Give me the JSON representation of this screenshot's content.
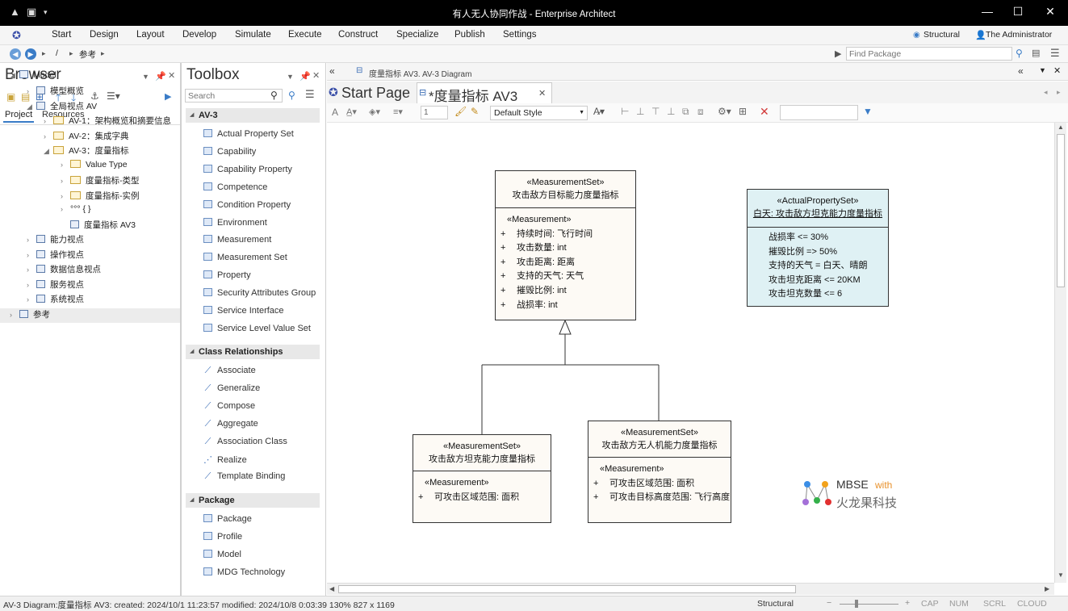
{
  "window": {
    "title": "有人无人协同作战 - Enterprise Architect"
  },
  "menu": [
    "Start",
    "Design",
    "Layout",
    "Develop",
    "Simulate",
    "Execute",
    "Construct",
    "Specialize",
    "Publish",
    "Settings"
  ],
  "perspective": "Structural",
  "user": "The Administrator",
  "nav": {
    "path_root": "/",
    "path_item": "参考",
    "find_placeholder": "Find Package"
  },
  "browser": {
    "title": "Browser",
    "tabs": [
      "Project",
      "Resources"
    ],
    "tree": [
      {
        "label": "Model",
        "lvl": 0,
        "icon": "pkg",
        "exp": "open"
      },
      {
        "label": "模型概览",
        "lvl": 1,
        "icon": "pkg",
        "exp": "closed"
      },
      {
        "label": "全局视点 AV",
        "lvl": 1,
        "icon": "pkg",
        "exp": "open"
      },
      {
        "label": "AV-1：架构概览和摘要信息",
        "lvl": 2,
        "icon": "fold",
        "exp": "closed"
      },
      {
        "label": "AV-2：集成字典",
        "lvl": 2,
        "icon": "fold",
        "exp": "closed"
      },
      {
        "label": "AV-3：度量指标",
        "lvl": 2,
        "icon": "fold",
        "exp": "open"
      },
      {
        "label": "Value Type",
        "lvl": 3,
        "icon": "fold",
        "exp": "closed"
      },
      {
        "label": "度量指标-类型",
        "lvl": 3,
        "icon": "fold",
        "exp": "closed"
      },
      {
        "label": "度量指标-实例",
        "lvl": 3,
        "icon": "fold",
        "exp": "closed"
      },
      {
        "label": "°°° { }",
        "lvl": 3,
        "icon": "none",
        "exp": "closed"
      },
      {
        "label": "度量指标 AV3",
        "lvl": 3,
        "icon": "diag",
        "exp": "none"
      },
      {
        "label": "能力视点",
        "lvl": 1,
        "icon": "pkg",
        "exp": "closed"
      },
      {
        "label": "操作视点",
        "lvl": 1,
        "icon": "pkg",
        "exp": "closed"
      },
      {
        "label": "数据信息视点",
        "lvl": 1,
        "icon": "pkg",
        "exp": "closed"
      },
      {
        "label": "服务视点",
        "lvl": 1,
        "icon": "pkg",
        "exp": "closed"
      },
      {
        "label": "系统视点",
        "lvl": 1,
        "icon": "pkg",
        "exp": "closed"
      },
      {
        "label": "参考",
        "lvl": 0,
        "icon": "pkg",
        "exp": "closed"
      }
    ]
  },
  "toolbox": {
    "title": "Toolbox",
    "search_placeholder": "Search",
    "sections": [
      {
        "name": "AV-3",
        "items": [
          "Actual Property Set",
          "Capability",
          "Capability Property",
          "Competence",
          "Condition Property",
          "Environment",
          "Measurement",
          "Measurement Set",
          "Property",
          "Security Attributes Group",
          "Service Interface",
          "Service Level Value Set"
        ]
      },
      {
        "name": "Class Relationships",
        "items": [
          "Associate",
          "Generalize",
          "Compose",
          "Aggregate",
          "Association Class",
          "Realize",
          "Template Binding"
        ]
      },
      {
        "name": "Package",
        "items": [
          "Package",
          "Profile",
          "Model",
          "MDG Technology"
        ]
      }
    ]
  },
  "diagram": {
    "breadcrumb": "度量指标 AV3.  AV-3 Diagram",
    "tab_start": "Start Page",
    "tab_active": "*度量指标 AV3",
    "style_select": "Default Style",
    "zoom_field": "1",
    "elements": {
      "top": {
        "stereo": "«MeasurementSet»",
        "name": "攻击敌方目标能力度量指标",
        "sub": "«Measurement»",
        "attrs": [
          "持续时间: 飞行时间",
          "攻击数量: int",
          "攻击距离: 距离",
          "支持的天气: 天气",
          "摧毁比例: int",
          "战损率: int"
        ]
      },
      "left": {
        "stereo": "«MeasurementSet»",
        "name": "攻击敌方坦克能力度量指标",
        "sub": "«Measurement»",
        "attrs": [
          "可攻击区域范围: 面积"
        ]
      },
      "right": {
        "stereo": "«MeasurementSet»",
        "name": "攻击敌方无人机能力度量指标",
        "sub": "«Measurement»",
        "attrs": [
          "可攻击区域范围: 面积",
          "可攻击目标高度范围: 飞行高度"
        ]
      },
      "actual": {
        "stereo": "«ActualPropertySet»",
        "name": "白天: 攻击敌方坦克能力度量指标",
        "values": [
          "战损率 <= 30%",
          "摧毁比例 => 50%",
          "支持的天气 = 白天、晴朗",
          "攻击坦克距离 <= 20KM",
          "攻击坦克数量 <= 6"
        ]
      }
    },
    "watermark": {
      "line1": "MBSE",
      "with": "with",
      "line2": "火龙果科技"
    }
  },
  "status": {
    "text": "AV-3 Diagram:度量指标 AV3:   created: 2024/10/1 11:23:57  modified: 2024/10/8 0:03:39   130%   827 x 1169",
    "perspective": "Structural",
    "flags": [
      "CAP",
      "NUM",
      "SCRL",
      "CLOUD"
    ]
  },
  "colors": {
    "actual_fill": "#dff1f4",
    "element_fill": "#fdfaf5",
    "accent": "#3a7cc7"
  }
}
